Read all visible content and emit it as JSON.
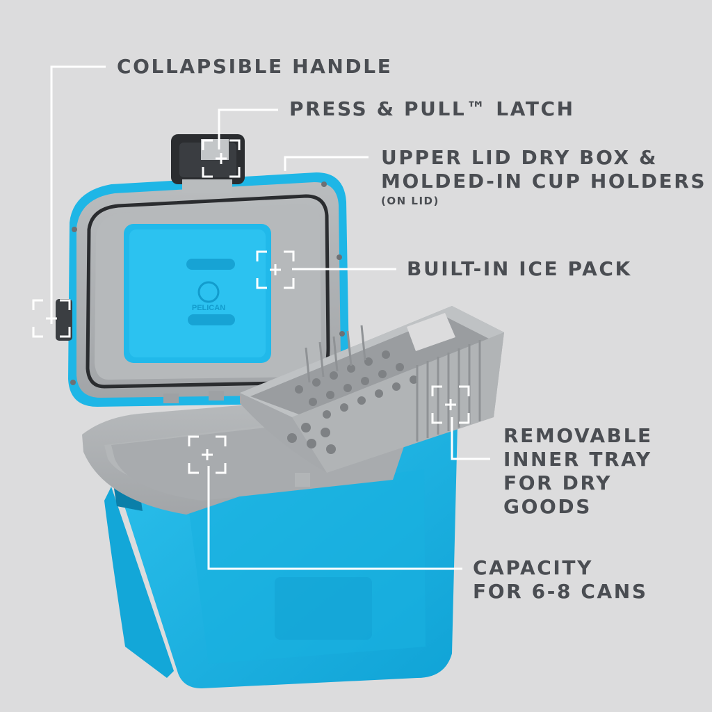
{
  "colors": {
    "background": "#dcdcdd",
    "label_text": "#4a4d52",
    "callout_line": "#ffffff",
    "cooler_body": "#1eb6e6",
    "cooler_trim": "#a9acae",
    "latch": "#2b2d30"
  },
  "callouts": {
    "handle": {
      "text": "COLLAPSIBLE HANDLE",
      "icon": "focus-crosshair-icon"
    },
    "latch": {
      "text": "PRESS & PULL™ LATCH",
      "icon": "focus-crosshair-icon"
    },
    "dry_box": {
      "line1": "UPPER LID DRY BOX &",
      "line2": "MOLDED-IN CUP HOLDERS",
      "note": "(ON LID)"
    },
    "ice_pack": {
      "text": "BUILT-IN ICE PACK",
      "icon": "focus-crosshair-icon"
    },
    "tray": {
      "lines": [
        "REMOVABLE",
        "INNER TRAY",
        "FOR DRY",
        "GOODS"
      ],
      "icon": "focus-crosshair-icon"
    },
    "capacity": {
      "lines": [
        "CAPACITY",
        "FOR 6-8 CANS"
      ],
      "icon": "focus-crosshair-icon"
    }
  },
  "product": {
    "brand_mark": "PELICAN"
  }
}
